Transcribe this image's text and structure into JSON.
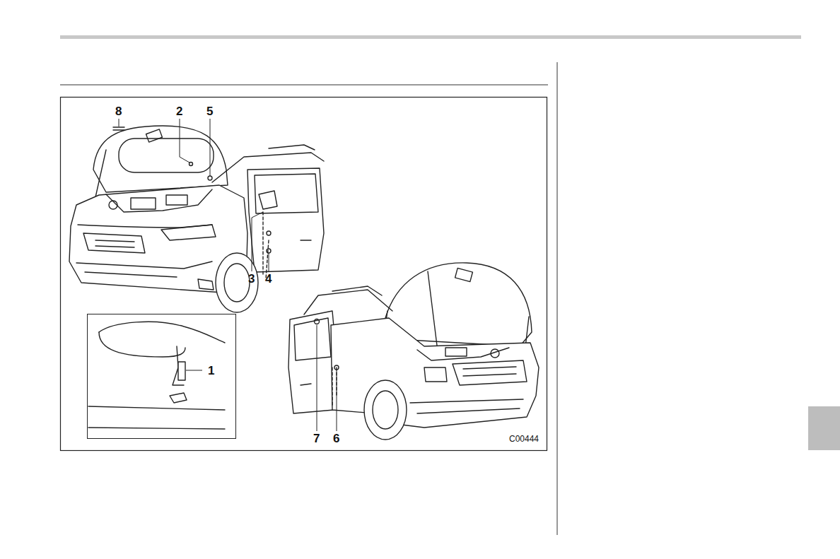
{
  "diagram": {
    "labels": [
      "8",
      "2",
      "5",
      "3",
      "4",
      "1",
      "7",
      "6",
      "C00444"
    ]
  }
}
